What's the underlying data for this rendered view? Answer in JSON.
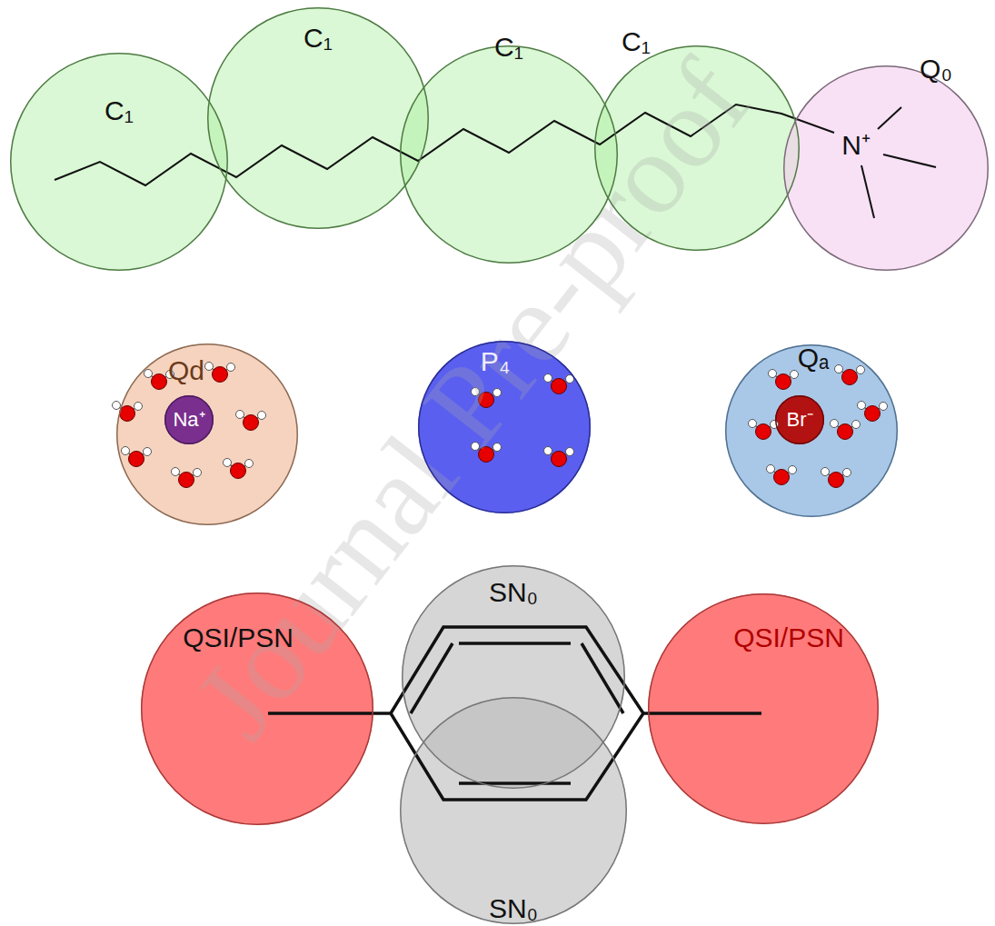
{
  "diagram": {
    "nodes": [
      {
        "text": [
          "C₁"
        ]
      },
      {
        "text": [
          "C₁"
        ]
      },
      {
        "text": [
          "C₁"
        ]
      },
      {
        "text": [
          "C₁"
        ]
      },
      {
        "text": [
          "Q₀",
          "N⁺"
        ]
      },
      {
        "text": [
          "Qd"
        ]
      },
      {
        "text": [
          "Na⁺"
        ],
        "in": 5
      },
      {
        "text": [
          "P₄"
        ]
      },
      {
        "text": [
          "Qₐ"
        ]
      },
      {
        "text": [
          "Br⁻"
        ],
        "in": 8
      },
      {
        "text": [
          "SN₀"
        ]
      },
      {
        "text": [
          "SN₀"
        ]
      },
      {
        "text": [
          "QSI/PSN"
        ]
      },
      {
        "text": [
          "QSI/PSN"
        ]
      }
    ],
    "labels": [
      "Journal Pre-proof"
    ]
  }
}
